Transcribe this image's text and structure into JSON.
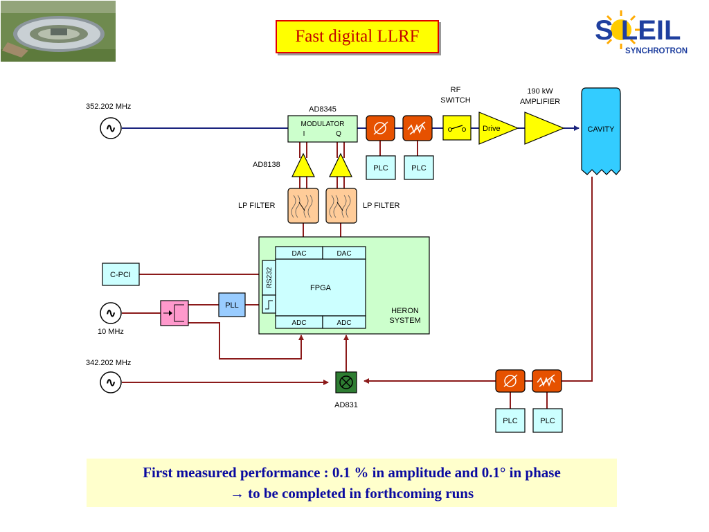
{
  "title": "Fast digital LLRF",
  "logo": {
    "main": "S LEIL",
    "sub": "SYNCHROTRON"
  },
  "sources": {
    "rf_in": "352.202 MHz",
    "clock": "10 MHz",
    "lo": "342.202 MHz",
    "symbol": "∿"
  },
  "labels": {
    "ad8345": "AD8345",
    "modulator": "MODULATOR",
    "mod_i": "I",
    "mod_q": "Q",
    "ad8138": "AD8138",
    "lp_filter_left": "LP FILTER",
    "lp_filter_right": "LP FILTER",
    "rf_switch_1": "RF",
    "rf_switch_2": "SWITCH",
    "drive": "Drive",
    "amp_1": "190 kW",
    "amp_2": "AMPLIFIER",
    "cavity": "CAVITY",
    "plc": "PLC",
    "dac": "DAC",
    "adc": "ADC",
    "fpga": "FPGA",
    "rs232": "RS232",
    "heron_1": "HERON",
    "heron_2": "SYSTEM",
    "cpci": "C-PCI",
    "pll": "PLL",
    "ad831": "AD831"
  },
  "footer": {
    "line1": "First measured performance : 0.1 % in amplitude and 0.1° in phase",
    "line2": "→ to be completed in forthcoming runs"
  },
  "colors": {
    "wire_red": "#8b1a1a",
    "wire_blue": "#1a237e",
    "heron_green": "#ccffcc",
    "fpga_cyan": "#ccffff",
    "plc_cyan": "#ccffff",
    "attenuator_orange": "#e65100",
    "amp_yellow": "#ffff00",
    "filter_peach": "#ffcc99",
    "pll_blue": "#99ccff",
    "splitter_pink": "#ff99cc",
    "cavity_blue": "#33ccff",
    "mixer_green": "#2e7d32",
    "footer_text": "#0a0aa0",
    "title_red": "#c00000"
  }
}
